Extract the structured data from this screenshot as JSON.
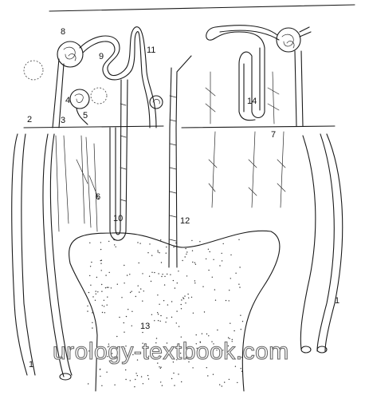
{
  "diagram": {
    "labels": [
      {
        "id": "l1a",
        "text": "1"
      },
      {
        "id": "l1b",
        "text": "1"
      },
      {
        "id": "l2",
        "text": "2"
      },
      {
        "id": "l3",
        "text": "3"
      },
      {
        "id": "l4",
        "text": "4"
      },
      {
        "id": "l5",
        "text": "5"
      },
      {
        "id": "l6",
        "text": "6"
      },
      {
        "id": "l7",
        "text": "7"
      },
      {
        "id": "l8",
        "text": "8"
      },
      {
        "id": "l9",
        "text": "9"
      },
      {
        "id": "l10",
        "text": "10"
      },
      {
        "id": "l11",
        "text": "11"
      },
      {
        "id": "l12",
        "text": "12"
      },
      {
        "id": "l13",
        "text": "13"
      },
      {
        "id": "l14",
        "text": "14"
      }
    ],
    "watermark": "urology-textbook.com"
  },
  "colors": {
    "ink": "#1a1a1a",
    "background": "#ffffff",
    "watermark_stroke": "#6a6a6a"
  }
}
